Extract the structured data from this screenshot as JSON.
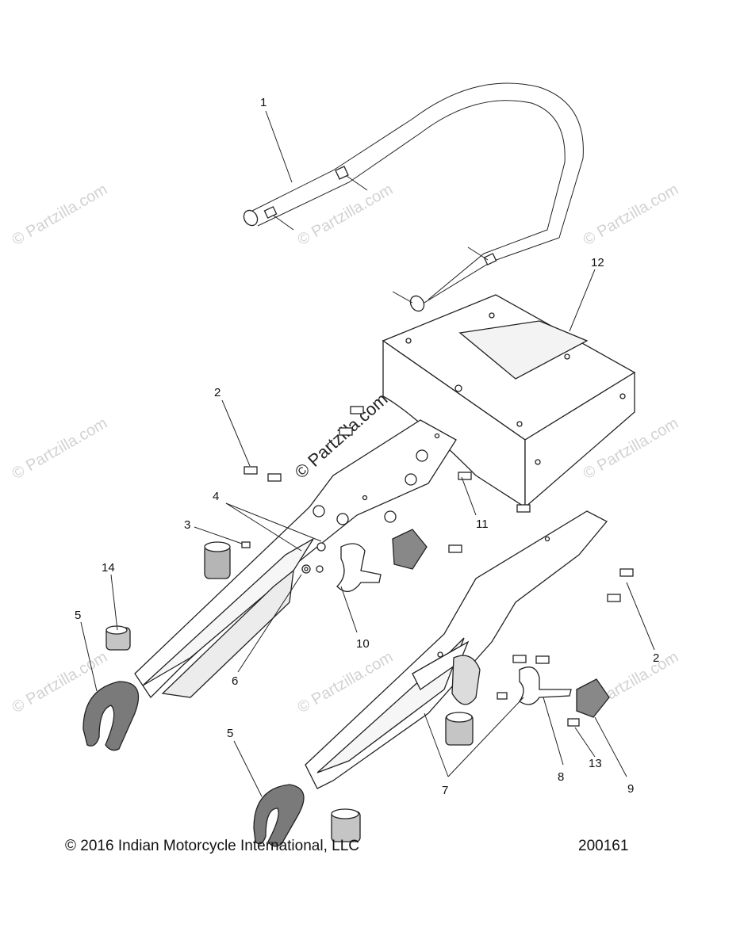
{
  "watermark": "© Partzilla.com",
  "footer": {
    "copyright": "© 2016 Indian Motorcycle International, LLC",
    "diagram_id": "200161"
  },
  "callouts": [
    "1",
    "12",
    "2",
    "4",
    "3",
    "11",
    "14",
    "5",
    "6",
    "10",
    "2",
    "7",
    "8",
    "13",
    "9",
    "5"
  ]
}
